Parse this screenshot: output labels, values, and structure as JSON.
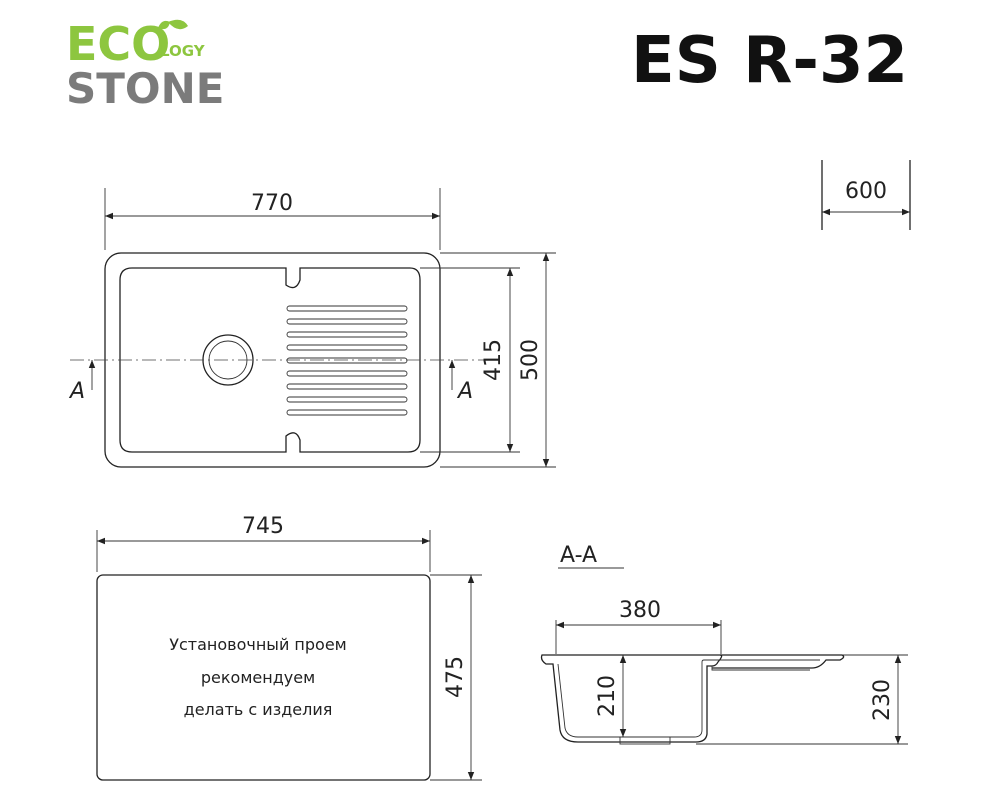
{
  "logo": {
    "eco": "ECO",
    "logy": "LOGY",
    "stone": "STONE",
    "eco_color": "#8dc63f",
    "stone_color": "#7b7b7b"
  },
  "title": "ES R-32",
  "dimensions": {
    "cabinet": "600",
    "length": "770",
    "bowl_width": "415",
    "width": "500",
    "cutout_length": "745",
    "cutout_width": "475",
    "bowl_length": "380",
    "bowl_depth": "210",
    "total_depth": "230"
  },
  "section": {
    "marker": "A",
    "label": "A-A"
  },
  "cutout_note": [
    "Установочный проем",
    "рекомендуем",
    "делать с изделия"
  ]
}
